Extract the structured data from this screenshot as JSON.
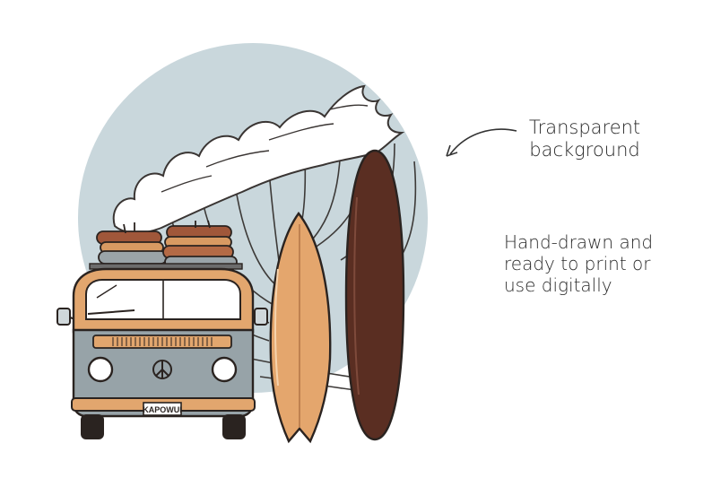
{
  "annotations": {
    "transparent": {
      "line1": "Transparent",
      "line2": "background"
    },
    "hand_drawn": {
      "line1": "Hand-drawn and",
      "line2": "ready to print or",
      "line3": "use digitally"
    }
  },
  "van": {
    "license_plate": "KAPOWUI"
  },
  "colors": {
    "circle_bg": "#c9d7dc",
    "van_body": "#97a3a8",
    "van_top": "#e2a66e",
    "fish_board": "#e4a66d",
    "longboard": "#5a2e22",
    "outline": "#2a2320",
    "wave_foam": "#ffffff"
  },
  "icons": [
    "peace-sign-icon",
    "curved-arrow-icon"
  ]
}
